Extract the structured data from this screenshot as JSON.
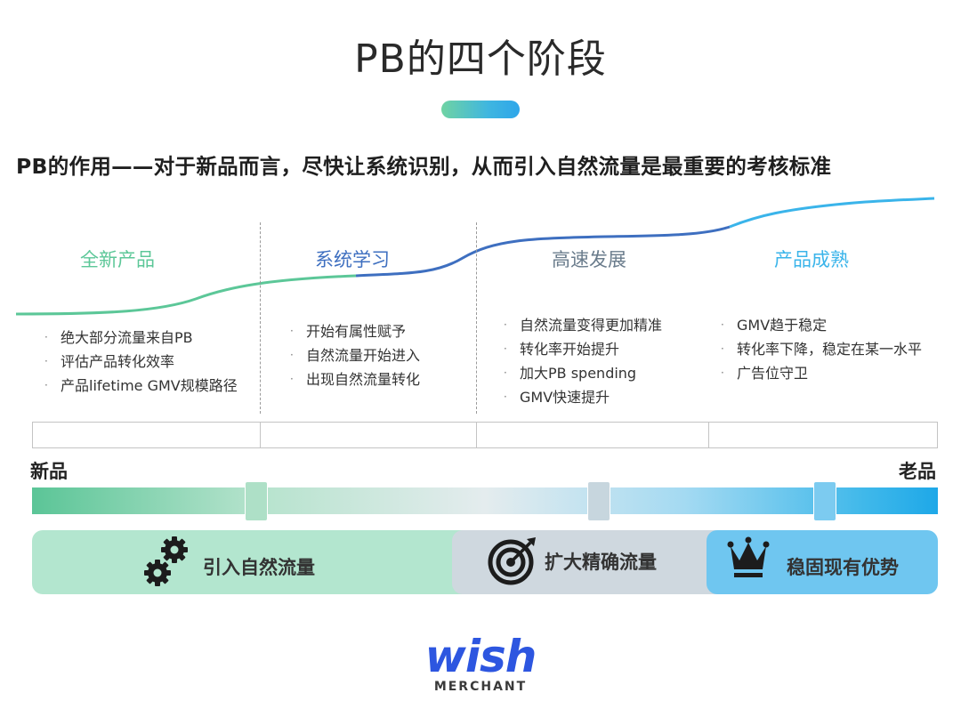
{
  "title": "PB的四个阶段",
  "subtitle": "PB的作用——对于新品而言，尽快让系统识别，从而引入自然流量是最重要的考核标准",
  "colors": {
    "green": "#5cc798",
    "blue": "#3e6fc0",
    "lightblue": "#3ab4ea",
    "gray_text": "#6a7c8c"
  },
  "stages": [
    {
      "label": "全新产品",
      "bullets": [
        "绝大部分流量来自PB",
        "评估产品转化效率",
        "产品lifetime GMV规模路径"
      ]
    },
    {
      "label": "系统学习",
      "bullets": [
        "开始有属性赋予",
        "自然流量开始进入",
        "出现自然流量转化"
      ]
    },
    {
      "label": "高速发展",
      "bullets": [
        "自然流量变得更加精准",
        "转化率开始提升",
        "加大PB spending",
        "GMV快速提升"
      ]
    },
    {
      "label": "产品成熟",
      "bullets": [
        "GMV趋于稳定",
        "转化率下降，稳定在某一水平",
        "广告位守卫"
      ]
    }
  ],
  "scale": {
    "start_label": "新品",
    "end_label": "老品"
  },
  "panels": [
    {
      "label": "引入自然流量",
      "icon": "gears-icon"
    },
    {
      "label": "扩大精确流量",
      "icon": "target-icon"
    },
    {
      "label": "稳固现有优势",
      "icon": "crown-icon"
    }
  ],
  "logo": {
    "word": "wish",
    "sub": "MERCHANT"
  }
}
